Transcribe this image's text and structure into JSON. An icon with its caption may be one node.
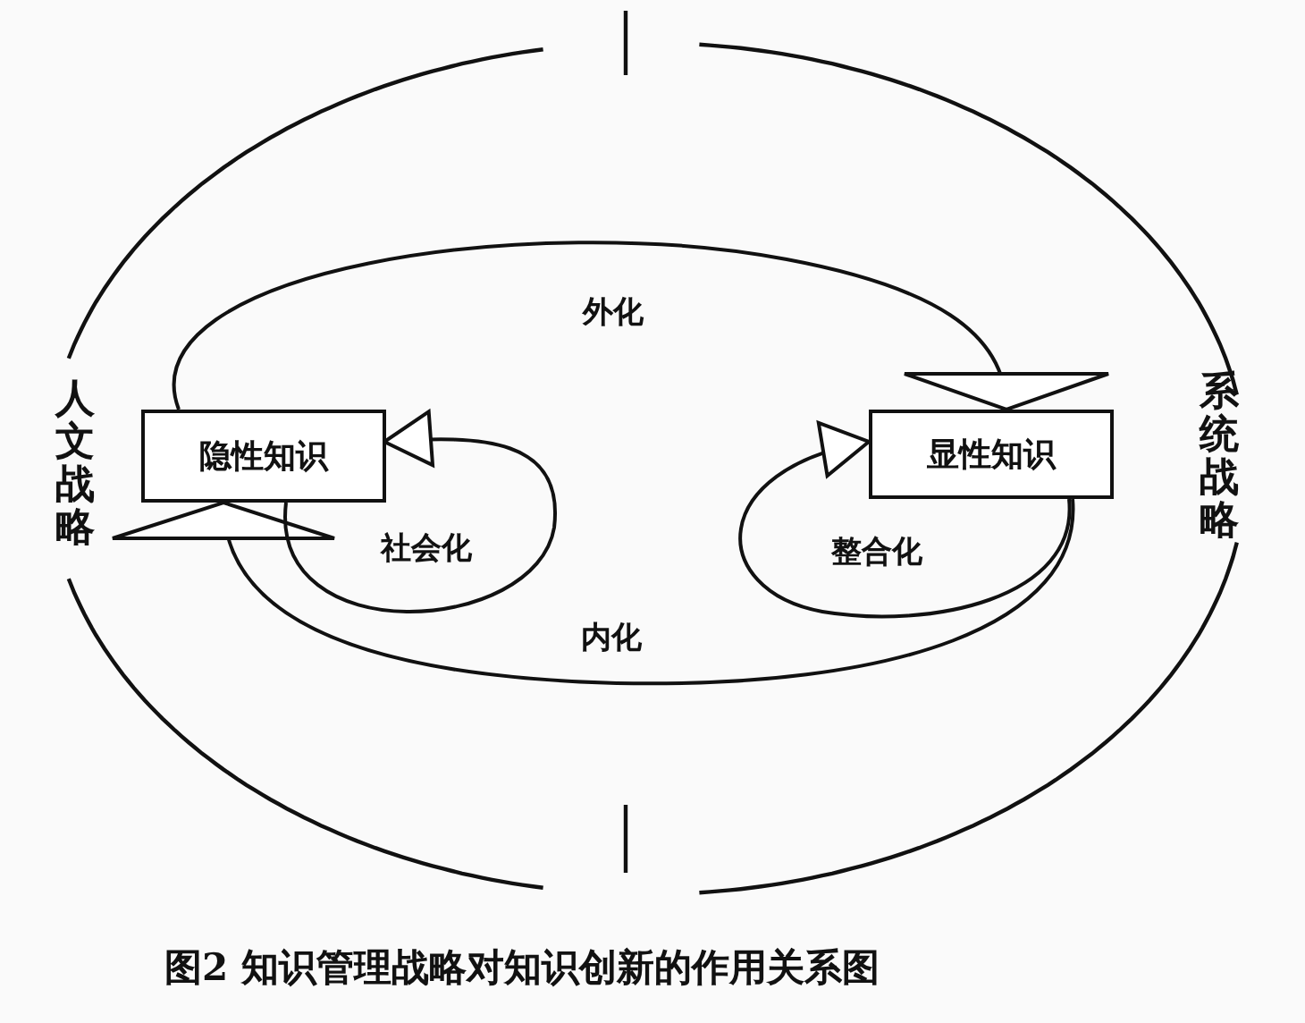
{
  "diagram": {
    "caption": "图2 知识管理战略对知识创新的作用关系图",
    "nodes": [
      {
        "text": [
          "隐性知识"
        ]
      },
      {
        "text": [
          "显性知识"
        ]
      }
    ],
    "edges": [
      {
        "from": 0,
        "to": 1,
        "arrow": "to",
        "label": "外化"
      },
      {
        "from": 1,
        "to": 0,
        "arrow": "to",
        "label": "内化"
      },
      {
        "from": 0,
        "to": 0,
        "arrow": "to",
        "label": "社会化"
      },
      {
        "from": 1,
        "to": 1,
        "arrow": "to",
        "label": "整合化"
      }
    ],
    "labels": [
      "人文战略",
      "系统战略"
    ]
  }
}
